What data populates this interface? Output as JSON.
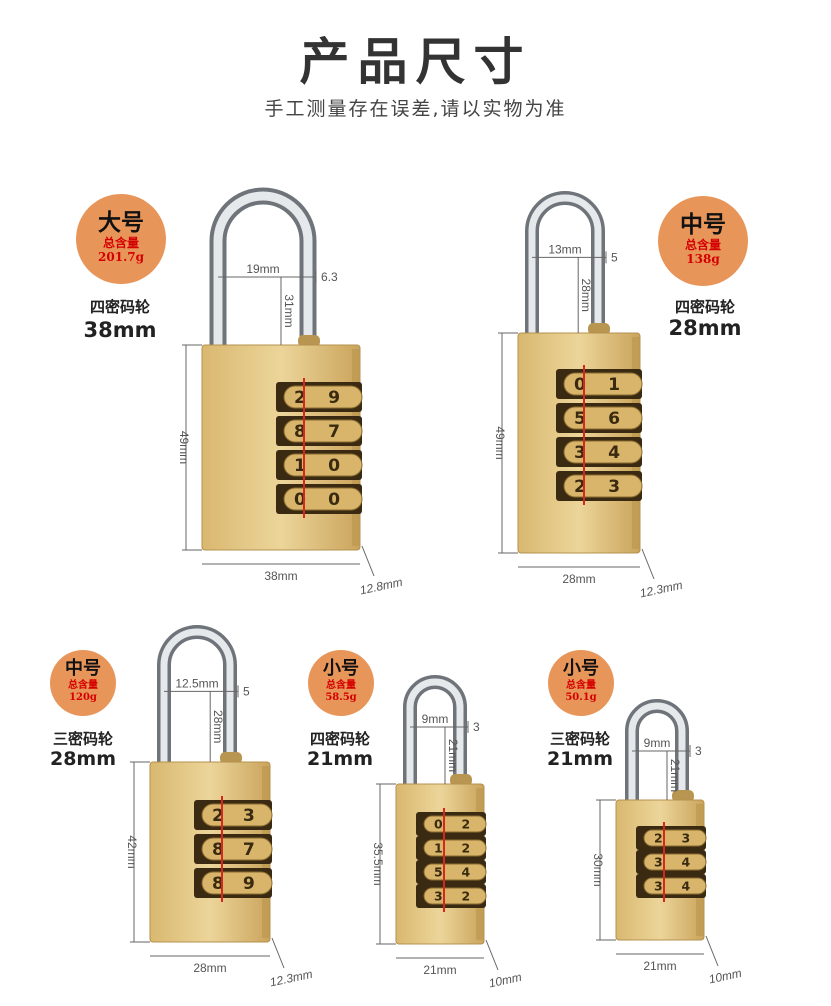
{
  "header": {
    "title": "产品尺寸",
    "subtitle": "手工测量存在误差,请以实物为准"
  },
  "weight_label": "总含量",
  "products": [
    {
      "size": "大号",
      "weight": "201.7g",
      "wheels": "四密码轮",
      "width_label": "38mm",
      "dims": {
        "shackle_width": "19mm",
        "shackle_height": "31mm",
        "shackle_dia": "6.3",
        "body_height": "49mm",
        "body_width": "38mm",
        "thickness": "12.8mm"
      },
      "digits": [
        [
          "2",
          "9"
        ],
        [
          "8",
          "7"
        ],
        [
          "1",
          "0"
        ],
        [
          "0",
          "0"
        ]
      ]
    },
    {
      "size": "中号",
      "weight": "138g",
      "wheels": "四密码轮",
      "width_label": "28mm",
      "dims": {
        "shackle_width": "13mm",
        "shackle_height": "28mm",
        "shackle_dia": "5",
        "body_height": "49mm",
        "body_width": "28mm",
        "thickness": "12.3mm"
      },
      "digits": [
        [
          "0",
          "1"
        ],
        [
          "5",
          "6"
        ],
        [
          "3",
          "4"
        ],
        [
          "2",
          "3"
        ]
      ]
    },
    {
      "size": "中号",
      "weight": "120g",
      "wheels": "三密码轮",
      "width_label": "28mm",
      "dims": {
        "shackle_width": "12.5mm",
        "shackle_height": "28mm",
        "shackle_dia": "5",
        "body_height": "42mm",
        "body_width": "28mm",
        "thickness": "12.3mm"
      },
      "digits": [
        [
          "2",
          "3"
        ],
        [
          "8",
          "7"
        ],
        [
          "8",
          "9"
        ]
      ]
    },
    {
      "size": "小号",
      "weight": "58.5g",
      "wheels": "四密码轮",
      "width_label": "21mm",
      "dims": {
        "shackle_width": "9mm",
        "shackle_height": "21mm",
        "shackle_dia": "3",
        "body_height": "35.5mm",
        "body_width": "21mm",
        "thickness": "10mm"
      },
      "digits": [
        [
          "0",
          "2"
        ],
        [
          "1",
          "2"
        ],
        [
          "5",
          "4"
        ],
        [
          "3",
          "2"
        ]
      ]
    },
    {
      "size": "小号",
      "weight": "50.1g",
      "wheels": "三密码轮",
      "width_label": "21mm",
      "dims": {
        "shackle_width": "9mm",
        "shackle_height": "21mm",
        "shackle_dia": "3",
        "body_height": "30mm",
        "body_width": "21mm",
        "thickness": "10mm"
      },
      "digits": [
        [
          "2",
          "3"
        ],
        [
          "3",
          "4"
        ],
        [
          "3",
          "4"
        ]
      ]
    }
  ]
}
